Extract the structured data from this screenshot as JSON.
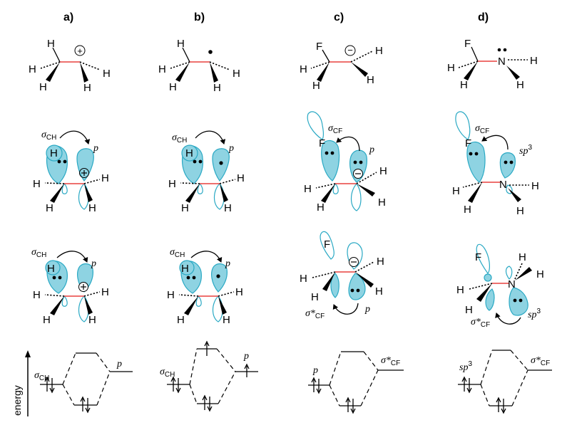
{
  "panels": [
    {
      "letter": "a)",
      "top": {
        "c1": [
          "H",
          "H",
          "H"
        ],
        "c2": [
          "H",
          "H"
        ],
        "charge": "+"
      },
      "mid": {
        "donor": "σ",
        "donor_sub": "CH",
        "donor_atom": "H",
        "acceptor": "p",
        "H": [
          "H",
          "H",
          "H",
          "H"
        ]
      },
      "low": {
        "donor": "σ",
        "donor_sub": "CH",
        "donor_atom": "H",
        "acceptor": "p",
        "H": [
          "H",
          "H",
          "H",
          "H"
        ]
      },
      "energy": {
        "left": "σ",
        "left_sub": "CH",
        "right": "p",
        "right_sub": ""
      }
    },
    {
      "letter": "b)",
      "top": {
        "c1": [
          "H",
          "H",
          "H"
        ],
        "c2": [
          "H",
          "H"
        ],
        "charge": ""
      },
      "mid": {
        "donor": "σ",
        "donor_sub": "CH",
        "donor_atom": "H",
        "acceptor": "p",
        "H": [
          "H",
          "H",
          "H",
          "H"
        ]
      },
      "low": {
        "donor": "σ",
        "donor_sub": "CH",
        "donor_atom": "H",
        "acceptor": "p",
        "H": [
          "H",
          "H",
          "H",
          "H"
        ]
      },
      "energy": {
        "left": "σ",
        "left_sub": "CH",
        "right": "p",
        "right_sub": ""
      }
    },
    {
      "letter": "c)",
      "top": {
        "c1": [
          "F",
          "H",
          "H"
        ],
        "c2": [
          "H",
          "H"
        ],
        "charge": "−"
      },
      "mid": {
        "donor": "σ",
        "donor_sub": "CF",
        "donor_atom": "F",
        "acceptor": "p",
        "H": [
          "H",
          "H",
          "H",
          "H"
        ]
      },
      "low": {
        "donor": "σ*",
        "donor_sub": "CF",
        "donor_atom": "F",
        "acceptor": "p",
        "H": [
          "H",
          "H",
          "H",
          "H"
        ]
      },
      "energy": {
        "left": "p",
        "left_sub": "",
        "right": "σ*",
        "right_sub": "CF"
      }
    },
    {
      "letter": "d)",
      "top": {
        "c1": [
          "F",
          "H",
          "H"
        ],
        "c2": [
          "H",
          "H"
        ],
        "N": "N",
        "charge": ""
      },
      "mid": {
        "donor": "σ",
        "donor_sub": "CF",
        "donor_atom": "F",
        "acceptor": "sp",
        "acceptor_sup": "3",
        "N": "N",
        "H": [
          "H",
          "H",
          "H",
          "H"
        ]
      },
      "low": {
        "donor": "σ*",
        "donor_sub": "CF",
        "donor_atom": "F",
        "acceptor": "sp",
        "acceptor_sup": "3",
        "N": "N",
        "H": [
          "H",
          "H",
          "H",
          "H"
        ]
      },
      "energy": {
        "left": "sp",
        "left_sup": "3",
        "right": "σ*",
        "right_sub": "CF"
      }
    }
  ],
  "axis_label": "energy"
}
